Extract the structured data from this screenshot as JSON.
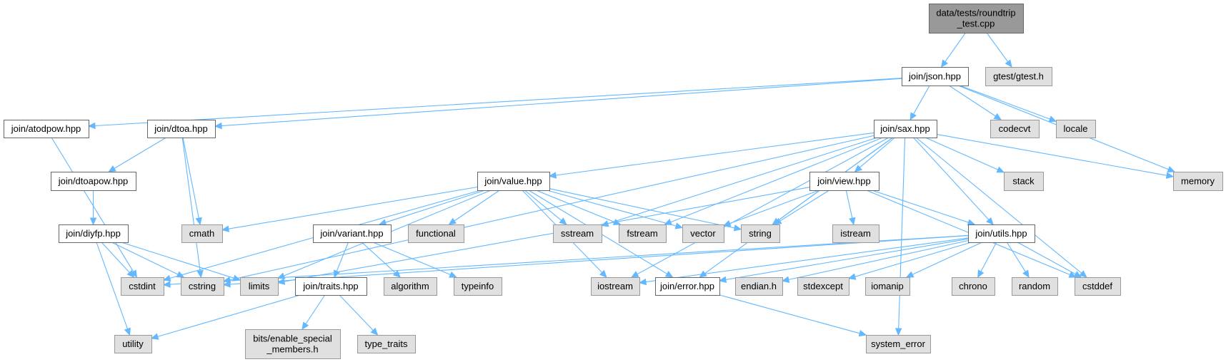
{
  "diagram": {
    "title": "Include dependency graph for data/tests/roundtrip_test.cpp",
    "colors": {
      "edge": "#63b8ff",
      "root_fill": "#999999",
      "root_border": "#666666",
      "project_fill": "#ffffff",
      "project_border": "#666666",
      "system_fill": "#e0e0e0",
      "system_border": "#999999"
    },
    "nodes": [
      {
        "id": "root",
        "label": [
          "data/tests/roundtrip",
          "_test.cpp"
        ],
        "kind": "root"
      },
      {
        "id": "json",
        "label": [
          "join/json.hpp"
        ],
        "kind": "project"
      },
      {
        "id": "gtest",
        "label": [
          "gtest/gtest.h"
        ],
        "kind": "system"
      },
      {
        "id": "atodpow",
        "label": [
          "join/atodpow.hpp"
        ],
        "kind": "project"
      },
      {
        "id": "dtoa",
        "label": [
          "join/dtoa.hpp"
        ],
        "kind": "project"
      },
      {
        "id": "sax",
        "label": [
          "join/sax.hpp"
        ],
        "kind": "project"
      },
      {
        "id": "codecvt",
        "label": [
          "codecvt"
        ],
        "kind": "system"
      },
      {
        "id": "locale",
        "label": [
          "locale"
        ],
        "kind": "system"
      },
      {
        "id": "memory",
        "label": [
          "memory"
        ],
        "kind": "system"
      },
      {
        "id": "system_error",
        "label": [
          "system_error"
        ],
        "kind": "system"
      },
      {
        "id": "cstdint",
        "label": [
          "cstdint"
        ],
        "kind": "system"
      },
      {
        "id": "dtoapow",
        "label": [
          "join/dtoapow.hpp"
        ],
        "kind": "project"
      },
      {
        "id": "cmath",
        "label": [
          "cmath"
        ],
        "kind": "system"
      },
      {
        "id": "cstring",
        "label": [
          "cstring"
        ],
        "kind": "system"
      },
      {
        "id": "diyfp",
        "label": [
          "join/diyfp.hpp"
        ],
        "kind": "project"
      },
      {
        "id": "limits",
        "label": [
          "limits"
        ],
        "kind": "system"
      },
      {
        "id": "utility",
        "label": [
          "utility"
        ],
        "kind": "system"
      },
      {
        "id": "value",
        "label": [
          "join/value.hpp"
        ],
        "kind": "project"
      },
      {
        "id": "view",
        "label": [
          "join/view.hpp"
        ],
        "kind": "project"
      },
      {
        "id": "utils",
        "label": [
          "join/utils.hpp"
        ],
        "kind": "project"
      },
      {
        "id": "error",
        "label": [
          "join/error.hpp"
        ],
        "kind": "project"
      },
      {
        "id": "stack",
        "label": [
          "stack"
        ],
        "kind": "system"
      },
      {
        "id": "sstream",
        "label": [
          "sstream"
        ],
        "kind": "system"
      },
      {
        "id": "fstream",
        "label": [
          "fstream"
        ],
        "kind": "system"
      },
      {
        "id": "string",
        "label": [
          "string"
        ],
        "kind": "system"
      },
      {
        "id": "cstddef",
        "label": [
          "cstddef"
        ],
        "kind": "system"
      },
      {
        "id": "variant",
        "label": [
          "join/variant.hpp"
        ],
        "kind": "project"
      },
      {
        "id": "functional",
        "label": [
          "functional"
        ],
        "kind": "system"
      },
      {
        "id": "iostream",
        "label": [
          "iostream"
        ],
        "kind": "system"
      },
      {
        "id": "vector",
        "label": [
          "vector"
        ],
        "kind": "system"
      },
      {
        "id": "traits",
        "label": [
          "join/traits.hpp"
        ],
        "kind": "project"
      },
      {
        "id": "algorithm",
        "label": [
          "algorithm"
        ],
        "kind": "system"
      },
      {
        "id": "typeinfo",
        "label": [
          "typeinfo"
        ],
        "kind": "system"
      },
      {
        "id": "bits_esm",
        "label": [
          "bits/enable_special",
          "_members.h"
        ],
        "kind": "system"
      },
      {
        "id": "type_traits",
        "label": [
          "type_traits"
        ],
        "kind": "system"
      },
      {
        "id": "istream",
        "label": [
          "istream"
        ],
        "kind": "system"
      },
      {
        "id": "endian",
        "label": [
          "endian.h"
        ],
        "kind": "system"
      },
      {
        "id": "stdexcept",
        "label": [
          "stdexcept"
        ],
        "kind": "system"
      },
      {
        "id": "iomanip",
        "label": [
          "iomanip"
        ],
        "kind": "system"
      },
      {
        "id": "chrono",
        "label": [
          "chrono"
        ],
        "kind": "system"
      },
      {
        "id": "random",
        "label": [
          "random"
        ],
        "kind": "system"
      }
    ],
    "edges": [
      [
        "root",
        "json"
      ],
      [
        "root",
        "gtest"
      ],
      [
        "json",
        "atodpow"
      ],
      [
        "json",
        "dtoa"
      ],
      [
        "json",
        "sax"
      ],
      [
        "json",
        "codecvt"
      ],
      [
        "json",
        "locale"
      ],
      [
        "json",
        "memory"
      ],
      [
        "atodpow",
        "cstdint"
      ],
      [
        "dtoa",
        "dtoapow"
      ],
      [
        "dtoa",
        "cmath"
      ],
      [
        "dtoa",
        "cstring"
      ],
      [
        "dtoapow",
        "diyfp"
      ],
      [
        "diyfp",
        "cstdint"
      ],
      [
        "diyfp",
        "cstring"
      ],
      [
        "diyfp",
        "limits"
      ],
      [
        "diyfp",
        "utility"
      ],
      [
        "sax",
        "value"
      ],
      [
        "sax",
        "view"
      ],
      [
        "sax",
        "utils"
      ],
      [
        "sax",
        "error"
      ],
      [
        "sax",
        "stack"
      ],
      [
        "sax",
        "memory"
      ],
      [
        "sax",
        "sstream"
      ],
      [
        "sax",
        "fstream"
      ],
      [
        "sax",
        "string"
      ],
      [
        "sax",
        "cstddef"
      ],
      [
        "sax",
        "system_error"
      ],
      [
        "sax",
        "iostream"
      ],
      [
        "sax",
        "cstring"
      ],
      [
        "value",
        "variant"
      ],
      [
        "value",
        "functional"
      ],
      [
        "value",
        "sstream"
      ],
      [
        "value",
        "fstream"
      ],
      [
        "value",
        "vector"
      ],
      [
        "value",
        "string"
      ],
      [
        "value",
        "iostream"
      ],
      [
        "value",
        "cmath"
      ],
      [
        "value",
        "cstdint"
      ],
      [
        "value",
        "limits"
      ],
      [
        "value",
        "error"
      ],
      [
        "variant",
        "traits"
      ],
      [
        "variant",
        "algorithm"
      ],
      [
        "variant",
        "typeinfo"
      ],
      [
        "traits",
        "utility"
      ],
      [
        "traits",
        "bits_esm"
      ],
      [
        "traits",
        "type_traits"
      ],
      [
        "view",
        "vector"
      ],
      [
        "view",
        "string"
      ],
      [
        "view",
        "istream"
      ],
      [
        "view",
        "utils"
      ],
      [
        "view",
        "cstddef"
      ],
      [
        "view",
        "limits"
      ],
      [
        "utils",
        "cstdint"
      ],
      [
        "utils",
        "cstring"
      ],
      [
        "utils",
        "endian"
      ],
      [
        "utils",
        "stdexcept"
      ],
      [
        "utils",
        "iomanip"
      ],
      [
        "utils",
        "chrono"
      ],
      [
        "utils",
        "random"
      ],
      [
        "utils",
        "cstddef"
      ],
      [
        "utils",
        "error"
      ],
      [
        "utils",
        "iostream"
      ],
      [
        "error",
        "system_error"
      ]
    ]
  }
}
